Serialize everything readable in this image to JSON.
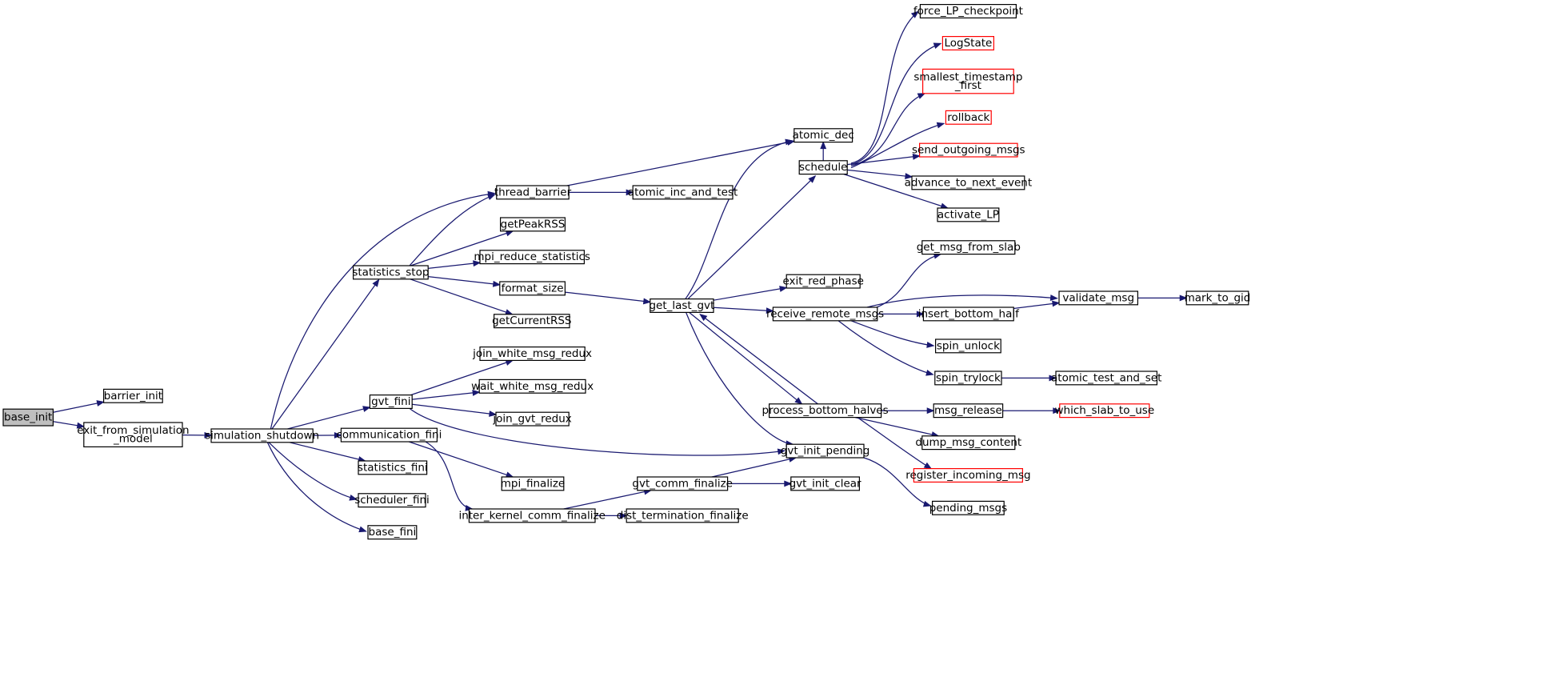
{
  "nodes": [
    {
      "id": "base_init",
      "lines": [
        "base_init"
      ],
      "style": "root"
    },
    {
      "id": "barrier_init",
      "lines": [
        "barrier_init"
      ],
      "style": "normal"
    },
    {
      "id": "exit_from_simulation_model",
      "lines": [
        "exit_from_simulation",
        "_model"
      ],
      "style": "normal"
    },
    {
      "id": "simulation_shutdown",
      "lines": [
        "simulation_shutdown"
      ],
      "style": "normal"
    },
    {
      "id": "thread_barrier",
      "lines": [
        "thread_barrier"
      ],
      "style": "normal"
    },
    {
      "id": "statistics_stop",
      "lines": [
        "statistics_stop"
      ],
      "style": "normal"
    },
    {
      "id": "gvt_fini",
      "lines": [
        "gvt_fini"
      ],
      "style": "normal"
    },
    {
      "id": "communication_fini",
      "lines": [
        "communication_fini"
      ],
      "style": "normal"
    },
    {
      "id": "statistics_fini",
      "lines": [
        "statistics_fini"
      ],
      "style": "normal"
    },
    {
      "id": "scheduler_fini",
      "lines": [
        "scheduler_fini"
      ],
      "style": "normal"
    },
    {
      "id": "base_fini",
      "lines": [
        "base_fini"
      ],
      "style": "normal"
    },
    {
      "id": "getPeakRSS",
      "lines": [
        "getPeakRSS"
      ],
      "style": "normal"
    },
    {
      "id": "mpi_reduce_statistics",
      "lines": [
        "mpi_reduce_statistics"
      ],
      "style": "normal"
    },
    {
      "id": "format_size",
      "lines": [
        "format_size"
      ],
      "style": "normal"
    },
    {
      "id": "getCurrentRSS",
      "lines": [
        "getCurrentRSS"
      ],
      "style": "normal"
    },
    {
      "id": "join_white_msg_redux",
      "lines": [
        "join_white_msg_redux"
      ],
      "style": "normal"
    },
    {
      "id": "wait_white_msg_redux",
      "lines": [
        "wait_white_msg_redux"
      ],
      "style": "normal"
    },
    {
      "id": "join_gvt_redux",
      "lines": [
        "join_gvt_redux"
      ],
      "style": "normal"
    },
    {
      "id": "mpi_finalize",
      "lines": [
        "mpi_finalize"
      ],
      "style": "normal"
    },
    {
      "id": "inter_kernel_comm_finalize",
      "lines": [
        "inter_kernel_comm_finalize"
      ],
      "style": "normal"
    },
    {
      "id": "atomic_inc_and_test",
      "lines": [
        "atomic_inc_and_test"
      ],
      "style": "normal"
    },
    {
      "id": "get_last_gvt",
      "lines": [
        "get_last_gvt"
      ],
      "style": "normal"
    },
    {
      "id": "gvt_comm_finalize",
      "lines": [
        "gvt_comm_finalize"
      ],
      "style": "normal"
    },
    {
      "id": "dist_termination_finalize",
      "lines": [
        "dist_termination_finalize"
      ],
      "style": "normal"
    },
    {
      "id": "atomic_dec",
      "lines": [
        "atomic_dec"
      ],
      "style": "normal"
    },
    {
      "id": "schedule",
      "lines": [
        "schedule"
      ],
      "style": "normal"
    },
    {
      "id": "exit_red_phase",
      "lines": [
        "exit_red_phase"
      ],
      "style": "normal"
    },
    {
      "id": "receive_remote_msgs",
      "lines": [
        "receive_remote_msgs"
      ],
      "style": "normal"
    },
    {
      "id": "process_bottom_halves",
      "lines": [
        "process_bottom_halves"
      ],
      "style": "normal"
    },
    {
      "id": "gvt_init_pending",
      "lines": [
        "gvt_init_pending"
      ],
      "style": "normal"
    },
    {
      "id": "gvt_init_clear",
      "lines": [
        "gvt_init_clear"
      ],
      "style": "normal"
    },
    {
      "id": "force_LP_checkpoint",
      "lines": [
        "force_LP_checkpoint"
      ],
      "style": "normal"
    },
    {
      "id": "LogState",
      "lines": [
        "LogState"
      ],
      "style": "red"
    },
    {
      "id": "smallest_timestamp_first",
      "lines": [
        "smallest_timestamp",
        "_first"
      ],
      "style": "red"
    },
    {
      "id": "rollback",
      "lines": [
        "rollback"
      ],
      "style": "red"
    },
    {
      "id": "send_outgoing_msgs",
      "lines": [
        "send_outgoing_msgs"
      ],
      "style": "red"
    },
    {
      "id": "advance_to_next_event",
      "lines": [
        "advance_to_next_event"
      ],
      "style": "normal"
    },
    {
      "id": "activate_LP",
      "lines": [
        "activate_LP"
      ],
      "style": "normal"
    },
    {
      "id": "get_msg_from_slab",
      "lines": [
        "get_msg_from_slab"
      ],
      "style": "normal"
    },
    {
      "id": "insert_bottom_half",
      "lines": [
        "insert_bottom_half"
      ],
      "style": "normal"
    },
    {
      "id": "spin_unlock",
      "lines": [
        "spin_unlock"
      ],
      "style": "normal"
    },
    {
      "id": "spin_trylock",
      "lines": [
        "spin_trylock"
      ],
      "style": "normal"
    },
    {
      "id": "msg_release",
      "lines": [
        "msg_release"
      ],
      "style": "normal"
    },
    {
      "id": "dump_msg_content",
      "lines": [
        "dump_msg_content"
      ],
      "style": "normal"
    },
    {
      "id": "register_incoming_msg",
      "lines": [
        "register_incoming_msg"
      ],
      "style": "red"
    },
    {
      "id": "pending_msgs",
      "lines": [
        "pending_msgs"
      ],
      "style": "normal"
    },
    {
      "id": "validate_msg",
      "lines": [
        "validate_msg"
      ],
      "style": "normal"
    },
    {
      "id": "atomic_test_and_set",
      "lines": [
        "atomic_test_and_set"
      ],
      "style": "normal"
    },
    {
      "id": "which_slab_to_use",
      "lines": [
        "which_slab_to_use"
      ],
      "style": "red"
    },
    {
      "id": "mark_to_gid",
      "lines": [
        "mark_to_gid"
      ],
      "style": "normal"
    }
  ],
  "edges": [
    [
      "base_init",
      "barrier_init"
    ],
    [
      "base_init",
      "exit_from_simulation_model"
    ],
    [
      "exit_from_simulation_model",
      "simulation_shutdown"
    ],
    [
      "simulation_shutdown",
      "thread_barrier"
    ],
    [
      "simulation_shutdown",
      "statistics_stop"
    ],
    [
      "simulation_shutdown",
      "gvt_fini"
    ],
    [
      "simulation_shutdown",
      "communication_fini"
    ],
    [
      "simulation_shutdown",
      "statistics_fini"
    ],
    [
      "simulation_shutdown",
      "scheduler_fini"
    ],
    [
      "simulation_shutdown",
      "base_fini"
    ],
    [
      "statistics_stop",
      "thread_barrier"
    ],
    [
      "statistics_stop",
      "getPeakRSS"
    ],
    [
      "statistics_stop",
      "mpi_reduce_statistics"
    ],
    [
      "statistics_stop",
      "format_size"
    ],
    [
      "statistics_stop",
      "getCurrentRSS"
    ],
    [
      "gvt_fini",
      "join_white_msg_redux"
    ],
    [
      "gvt_fini",
      "wait_white_msg_redux"
    ],
    [
      "gvt_fini",
      "join_gvt_redux"
    ],
    [
      "gvt_fini",
      "gvt_init_pending"
    ],
    [
      "communication_fini",
      "mpi_finalize"
    ],
    [
      "communication_fini",
      "inter_kernel_comm_finalize"
    ],
    [
      "thread_barrier",
      "atomic_inc_and_test"
    ],
    [
      "thread_barrier",
      "atomic_dec"
    ],
    [
      "format_size",
      "get_last_gvt"
    ],
    [
      "inter_kernel_comm_finalize",
      "gvt_comm_finalize"
    ],
    [
      "inter_kernel_comm_finalize",
      "dist_termination_finalize"
    ],
    [
      "gvt_comm_finalize",
      "gvt_init_pending"
    ],
    [
      "gvt_comm_finalize",
      "gvt_init_clear"
    ],
    [
      "get_last_gvt",
      "atomic_dec"
    ],
    [
      "get_last_gvt",
      "schedule"
    ],
    [
      "get_last_gvt",
      "exit_red_phase"
    ],
    [
      "get_last_gvt",
      "receive_remote_msgs"
    ],
    [
      "get_last_gvt",
      "process_bottom_halves"
    ],
    [
      "get_last_gvt",
      "gvt_init_pending"
    ],
    [
      "process_bottom_halves",
      "get_last_gvt"
    ],
    [
      "schedule",
      "force_LP_checkpoint"
    ],
    [
      "schedule",
      "LogState"
    ],
    [
      "schedule",
      "smallest_timestamp_first"
    ],
    [
      "schedule",
      "rollback"
    ],
    [
      "schedule",
      "send_outgoing_msgs"
    ],
    [
      "schedule",
      "advance_to_next_event"
    ],
    [
      "schedule",
      "activate_LP"
    ],
    [
      "schedule",
      "atomic_dec"
    ],
    [
      "receive_remote_msgs",
      "get_msg_from_slab"
    ],
    [
      "receive_remote_msgs",
      "validate_msg"
    ],
    [
      "receive_remote_msgs",
      "insert_bottom_half"
    ],
    [
      "receive_remote_msgs",
      "spin_unlock"
    ],
    [
      "receive_remote_msgs",
      "spin_trylock"
    ],
    [
      "insert_bottom_half",
      "validate_msg"
    ],
    [
      "validate_msg",
      "mark_to_gid"
    ],
    [
      "spin_trylock",
      "atomic_test_and_set"
    ],
    [
      "process_bottom_halves",
      "msg_release"
    ],
    [
      "process_bottom_halves",
      "dump_msg_content"
    ],
    [
      "process_bottom_halves",
      "register_incoming_msg"
    ],
    [
      "msg_release",
      "which_slab_to_use"
    ],
    [
      "gvt_init_pending",
      "pending_msgs"
    ]
  ]
}
